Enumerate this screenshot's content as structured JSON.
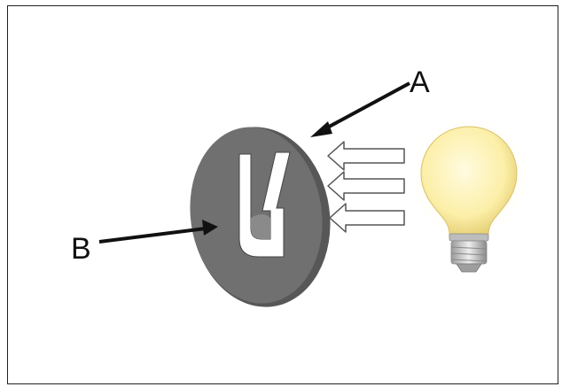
{
  "labels": {
    "a": "A",
    "b": "B"
  },
  "colors": {
    "disc_face": "#6e6e6e",
    "disc_edge": "#5a5a5a",
    "cutout": "#ffffff",
    "arrow_fill": "#ffffff",
    "arrow_stroke": "#555555",
    "pointer": "#111111",
    "bulb_glass": "#fdf3b8",
    "bulb_glow": "#fff7cf",
    "bulb_base": "#c9c9c9"
  },
  "icons": {
    "light_source": "light-bulb-icon",
    "light_rays": "light-ray-arrows"
  }
}
